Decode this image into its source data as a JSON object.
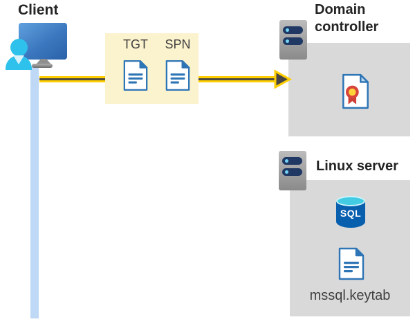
{
  "diagram": {
    "type": "architecture-diagram",
    "description": "Kerberos authentication flow: client sends TGT and SPN tickets to domain controller; Linux server hosts SQL with mssql.keytab",
    "client": {
      "title": "Client"
    },
    "timeline_color": "#BFD8F6",
    "arrow": {
      "yellow": "#FFCE00",
      "dark": "#4C4A42",
      "head_fill": "#474545",
      "direction": "right"
    },
    "ticket_box": {
      "background": "#FBF2CE",
      "items": [
        {
          "label": "TGT"
        },
        {
          "label": "SPN"
        }
      ]
    },
    "domain_controller": {
      "title": "Domain controller",
      "panel_background": "#D9D9D9"
    },
    "linux_server": {
      "title": "Linux server",
      "sql_label": "SQL",
      "file_label": "mssql.keytab",
      "panel_background": "#D9D9D9"
    }
  }
}
